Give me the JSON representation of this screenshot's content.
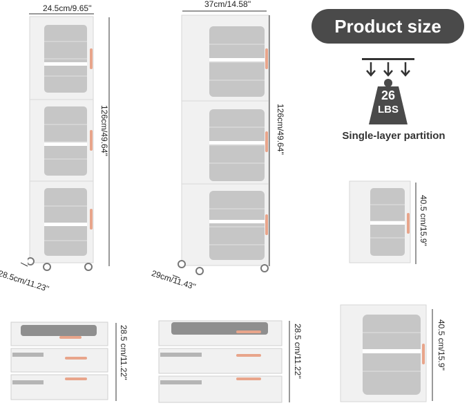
{
  "header": {
    "badge": "Product size"
  },
  "weight": {
    "value": "26",
    "unit": "LBS",
    "caption": "Single-layer partition"
  },
  "cabinet_small": {
    "width": "24.5cm/9.65''",
    "height": "126cm/49.64''",
    "depth": "28.5cm/11.23''"
  },
  "cabinet_large": {
    "width": "37cm/14.58''",
    "height": "126cm/49.64''",
    "depth": "29cm/11.43''"
  },
  "single_box": {
    "height": "40.5 cm/15.9''"
  },
  "single_box_front": {
    "height": "40.5 cm/15.9''"
  },
  "folded_small": {
    "height": "28.5 cm/11.22''"
  },
  "folded_large": {
    "height": "28.5 cm/11.22''"
  },
  "colors": {
    "badge_bg": "#4a4a4a",
    "handle": "#e8a58b",
    "frame": "#f1f1f1",
    "panel": "#c9c9c9"
  }
}
